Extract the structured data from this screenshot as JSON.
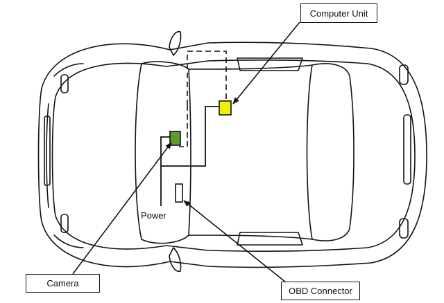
{
  "diagram": {
    "labels": {
      "computer_unit": "Computer Unit",
      "camera": "Camera",
      "obd_connector": "OBD Connector",
      "power": "Power"
    },
    "colors": {
      "line": "#111111",
      "computer_unit_fill": "#f2f200",
      "camera_fill": "#5e9b2c",
      "background": "#ffffff"
    },
    "components": [
      {
        "name": "computer-unit",
        "fill": "yellow"
      },
      {
        "name": "camera",
        "fill": "green"
      },
      {
        "name": "obd-connector",
        "fill": "white"
      }
    ]
  }
}
